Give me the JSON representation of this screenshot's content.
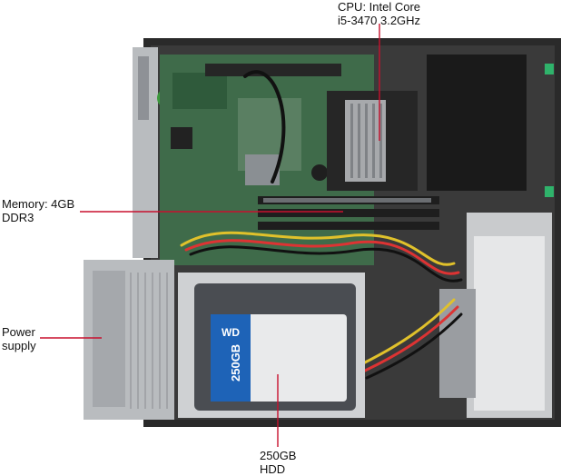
{
  "callouts": {
    "cpu": {
      "line1": "CPU: Intel Core",
      "line2": "i5-3470 3.2GHz"
    },
    "memory": {
      "line1": "Memory: 4GB",
      "line2": "DDR3"
    },
    "power": {
      "line1": "Power",
      "line2": "supply"
    },
    "hdd": {
      "line1": "250GB",
      "line2": "HDD"
    }
  },
  "drive_sticker": {
    "brand": "WD",
    "capacity": "250GB"
  },
  "colors": {
    "callout_line": "#c8102e",
    "chassis": "#1c1c1c",
    "motherboard": "#3f6b4a"
  }
}
